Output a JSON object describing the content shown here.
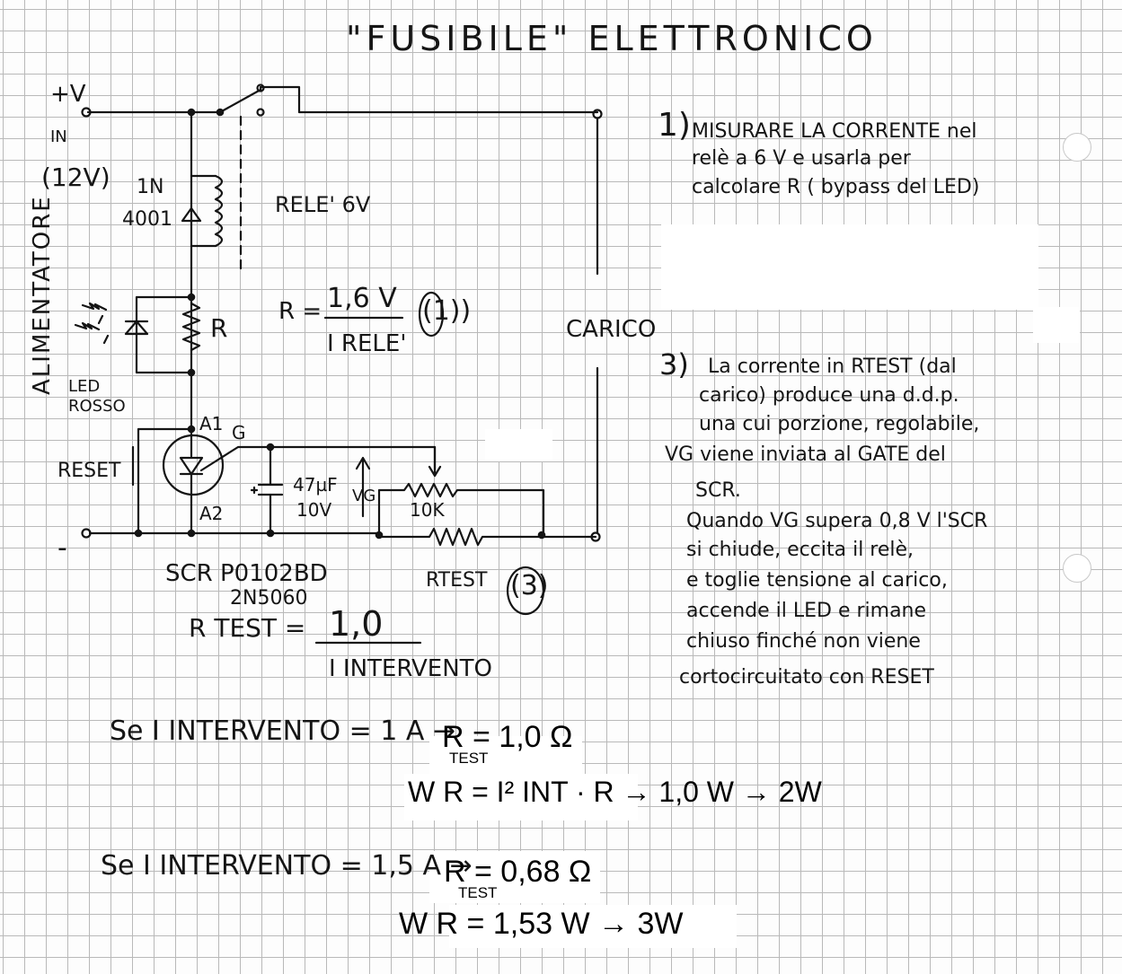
{
  "title": "\"FUSIBILE\" ELETTRONICO",
  "circuit": {
    "plus_v": "+V",
    "in": "IN",
    "in_volt": "(12V)",
    "alimentatore": "ALIMENTATORE",
    "minus": "-",
    "diode_1n": "1N",
    "diode_4001": "4001",
    "rele": "RELE' 6V",
    "r_label": "R",
    "led_line1": "LED",
    "led_line2": "ROSSO",
    "reset": "RESET",
    "a1": "A1",
    "a2": "A2",
    "g": "G",
    "cap_value": "47µF",
    "cap_volt": "10V",
    "vg": "VG",
    "pot": "10K",
    "carico": "CARICO",
    "scr_part": "SCR P0102BD",
    "scr_alt": "2N5060",
    "rtest": "RTEST",
    "rtest_ref": "(3)"
  },
  "formulas": {
    "r_lhs": "R =",
    "r_num": "1,6 V",
    "r_den": "I RELE'",
    "r_ref": "(1))",
    "rtest_lhs": "R TEST =",
    "rtest_num": "1,0",
    "rtest_den": "I INTERVENTO",
    "case1_lhs": "Se I INTERVENTO = 1 A →",
    "case1_r": "R = 1,0 Ω",
    "case1_test": "TEST",
    "case1_w": "W R = I² INT · R → 1,0 W → 2W",
    "case2_lhs": "Se I INTERVENTO = 1,5 A →",
    "case2_r": "R = 0,68 Ω",
    "case2_test": "TEST",
    "case2_w": "W R = 1,53 W → 3W"
  },
  "notes": {
    "n1_num": "1)",
    "n1_line1": "MISURARE LA CORRENTE nel",
    "n1_line2": "relè a 6 V e usarla per",
    "n1_line3": "calcolare R ( bypass del LED)",
    "n3_num": "3)",
    "n3_line1": "La corrente in RTEST (dal",
    "n3_line2": "carico) produce una d.d.p.",
    "n3_line3": "una cui porzione, regolabile,",
    "n3_line4": "VG viene inviata al GATE del",
    "n3_line5": "SCR.",
    "n3_line6": "Quando VG supera 0,8 V l'SCR",
    "n3_line7": "si chiude, eccita il relè,",
    "n3_line8": "e toglie tensione al carico,",
    "n3_line9": "accende il LED e rimane",
    "n3_line10": "chiuso finché non viene",
    "n3_line11": "cortocircuitato con RESET"
  },
  "colors": {
    "ink": "#141414",
    "grid": "#b9b9b9",
    "paper": "#fdfdfd"
  }
}
